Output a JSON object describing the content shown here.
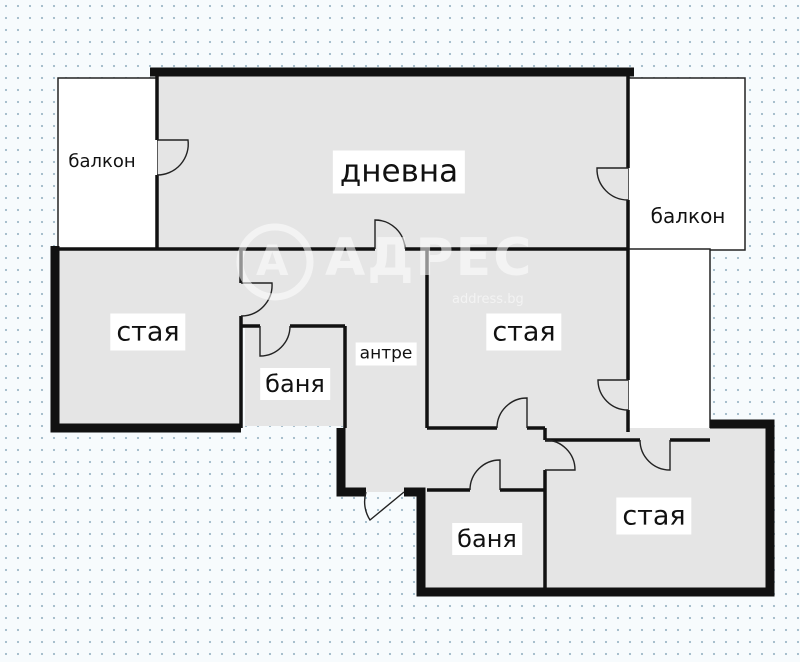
{
  "rooms": {
    "living": "дневна",
    "balcony_left": "балкон",
    "balcony_right": "балкон",
    "room_left": "стая",
    "room_center": "стая",
    "room_bottom_right": "стая",
    "bath_top": "баня",
    "bath_bottom": "баня",
    "hall": "антре"
  },
  "watermark": {
    "brand": "АДРЕС",
    "domain": "address.bg",
    "logo_letter": "А"
  },
  "colors": {
    "background": "#f7fbfd",
    "room_fill": "#e5e5e5",
    "balcony_fill": "#ffffff",
    "wall": "#111111"
  }
}
